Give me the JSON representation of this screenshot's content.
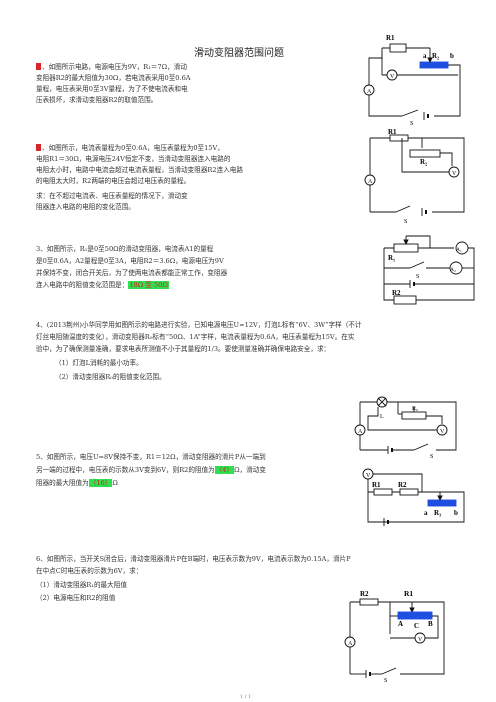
{
  "title": "滑动变阻器范围问题",
  "colors": {
    "highlight": "#2ee04f",
    "answer_text": "#d62020",
    "rheostat": "#1f4fe0",
    "marker": "#d8252a"
  },
  "q1": {
    "num": "1",
    "lines": [
      "、如图所示电路，电源电压为9V，R₁＝7Ω，滑动",
      "变阻器R2的最大阻值为30Ω，若电流表采用0至0.6A",
      "量程，电压表采用0至3V量程，为了不使电流表和电",
      "压表损坏，求滑动变阻器R2的取值范围。"
    ]
  },
  "q2": {
    "num": "2",
    "lines": [
      "、如图所示，电流表量程为0至0.6A，电压表量程为0至15V，",
      "电阻R1＝30Ω，电源电压24V恒定不变，当滑动变阻器连入电路的",
      "电阻太小时，电路中电流会超过电流表量程，当滑动变阻器R2连入电路",
      "的电阻太大时，R2两端的电压会超过电压表的量程。",
      "求：在不超过电流表、电压表量程的情况下，滑动变",
      "阻器连入电路的电阻的变化范围。"
    ]
  },
  "q3": {
    "lines": [
      "3、如图所示，R₁是0至50Ω的滑动变阻器，电流表A1的量程",
      "是0至0.6A，A2量程是0至3A，电阻R2＝3.6Ω，电源电压为9V",
      "并保持不变，闭合开关后，为了使两电流表都能正常工作，变阻器"
    ],
    "last_prefix": "连入电路中的阻值变化范围是：",
    "answer": "18Ω 至 50Ω"
  },
  "q4": {
    "lines": [
      "4、(2013荆州)小华同学用如图所示的电路进行实验，已知电源电压U=12V，灯泡L标有“6V、3W”字样（不计",
      "灯丝电阻随温度的变化），滑动变阻器R₀标有“50Ω、1A”字样，电流表量程为0.6A，电压表量程为15V。在实",
      "验中，为了确保测量准确，要求电表所测值不小于其量程的1/3。要使测量准确并确保电路安全，求："
    ],
    "sub1": "（1）灯泡L消耗的最小功率。",
    "sub2": "（2）滑动变阻器R₀的阻值变化范围。"
  },
  "q5": {
    "line1": "5、如图所示，电压U=8V保持不变，R1＝12Ω，滑动变阻器的滑片P从一端到",
    "line2_prefix": "另一端的过程中，电压表的示数从3V变到6V，则R2的阻值为",
    "ans1": "（4）",
    "line2_suffix": "Ω，滑动变",
    "line3_prefix": "阻器的最大阻值为",
    "ans2": "（16）",
    "line3_suffix": "Ω"
  },
  "q6": {
    "lines": [
      "6、如图所示，当开关S闭合后，滑动变阻器滑片P在B端时，电压表示数为9V，电流表示数为0.15A，滑片P",
      "在中点C时电压表的示数为6V，求："
    ],
    "sub1": "（1）滑动变阻器R₁的最大阻值",
    "sub2": "（2）电源电压和R2的阻值"
  },
  "circuit1": {
    "r1": "R1",
    "r2": "R₂",
    "a": "a",
    "b": "b",
    "voltmeter": "V",
    "ammeter": "A",
    "switch": "S"
  },
  "circuit2": {
    "r1": "R1",
    "r2": "R₂",
    "voltmeter": "V",
    "ammeter": "A",
    "switch": "S"
  },
  "circuit3": {
    "r1": "R₁",
    "r2": "R2",
    "a1": "A₁",
    "a2": "A₂",
    "switch": "S"
  },
  "circuit4": {
    "l": "L",
    "r0": "R₀",
    "ammeter": "A",
    "voltmeter": "V",
    "switch": "S"
  },
  "circuit5": {
    "voltmeter": "V",
    "r1": "R1",
    "r2": "R2",
    "r3": "R₃",
    "a": "a",
    "b": "b"
  },
  "circuit6": {
    "r2": "R2",
    "r1": "R1",
    "a_pt": "A",
    "c_pt": "C",
    "b_pt": "B",
    "ammeter": "A",
    "voltmeter": "V",
    "switch": "S"
  },
  "page_num": "1 / 1"
}
